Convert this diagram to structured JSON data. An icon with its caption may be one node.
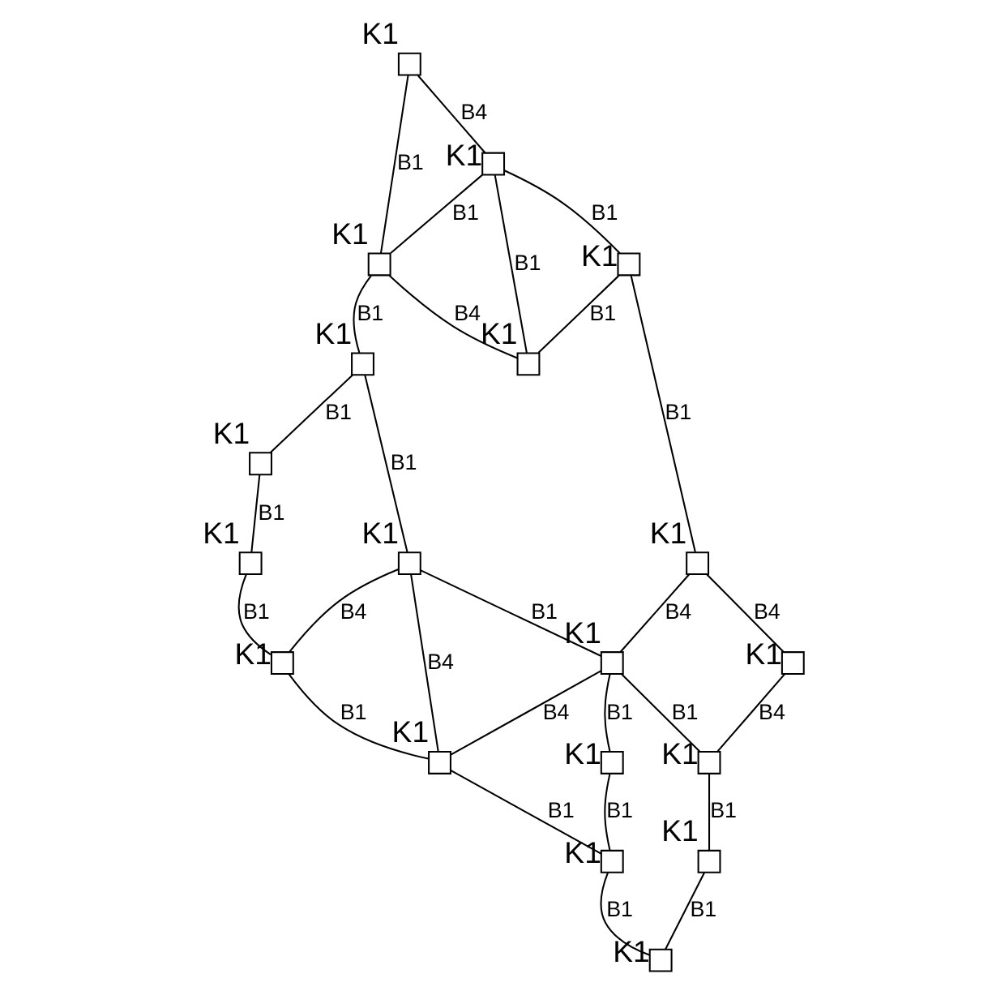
{
  "diagram": {
    "nodes": [
      {
        "text": [
          "K1"
        ]
      },
      {
        "text": [
          "K1"
        ]
      },
      {
        "text": [
          "K1"
        ]
      },
      {
        "text": [
          "K1"
        ]
      },
      {
        "text": [
          "K1"
        ]
      },
      {
        "text": [
          "K1"
        ]
      },
      {
        "text": [
          "K1"
        ]
      },
      {
        "text": [
          "K1"
        ]
      },
      {
        "text": [
          "K1"
        ]
      },
      {
        "text": [
          "K1"
        ]
      },
      {
        "text": [
          "K1"
        ]
      },
      {
        "text": [
          "K1"
        ]
      },
      {
        "text": [
          "K1"
        ]
      },
      {
        "text": [
          "K1"
        ]
      },
      {
        "text": [
          "K1"
        ]
      },
      {
        "text": [
          "K1"
        ]
      },
      {
        "text": [
          "K1"
        ]
      },
      {
        "text": [
          "K1"
        ]
      },
      {
        "text": [
          "K1"
        ]
      }
    ],
    "edges": [
      {
        "from": 0,
        "to": 1,
        "arrow": "none",
        "label": "B1"
      },
      {
        "from": 1,
        "to": 2,
        "arrow": "none",
        "label": "B1"
      },
      {
        "from": 2,
        "to": 3,
        "arrow": "none",
        "label": "B1"
      },
      {
        "from": 3,
        "to": 4,
        "arrow": "none",
        "label": "B1"
      },
      {
        "from": 0,
        "to": 7,
        "arrow": "none",
        "label": "B4"
      },
      {
        "from": 1,
        "to": 9,
        "arrow": "none",
        "label": "B4"
      },
      {
        "from": 7,
        "to": 1,
        "arrow": "none",
        "label": "B1"
      },
      {
        "from": 7,
        "to": 9,
        "arrow": "none",
        "label": "B1"
      },
      {
        "from": 2,
        "to": 5,
        "arrow": "none",
        "label": "B1"
      },
      {
        "from": 4,
        "to": 6,
        "arrow": "none",
        "label": "B1"
      },
      {
        "from": 5,
        "to": 6,
        "arrow": "none",
        "label": "B4"
      },
      {
        "from": 6,
        "to": 8,
        "arrow": "none",
        "label": "B1"
      },
      {
        "from": 5,
        "to": 12,
        "arrow": "none",
        "label": "B1"
      },
      {
        "from": 5,
        "to": 8,
        "arrow": "none",
        "label": "B4"
      },
      {
        "from": 12,
        "to": 8,
        "arrow": "none",
        "label": "B4"
      },
      {
        "from": 7,
        "to": 10,
        "arrow": "none",
        "label": "B1"
      },
      {
        "from": 10,
        "to": 9,
        "arrow": "none",
        "label": "B1"
      },
      {
        "from": 10,
        "to": 11,
        "arrow": "none",
        "label": "B1"
      },
      {
        "from": 8,
        "to": 14,
        "arrow": "none",
        "label": "B1"
      },
      {
        "from": 11,
        "to": 12,
        "arrow": "none",
        "label": "B4"
      },
      {
        "from": 12,
        "to": 13,
        "arrow": "none",
        "label": "B1"
      },
      {
        "from": 13,
        "to": 14,
        "arrow": "none",
        "label": "B1"
      },
      {
        "from": 11,
        "to": 17,
        "arrow": "none",
        "label": "B4"
      },
      {
        "from": 12,
        "to": 18,
        "arrow": "none",
        "label": "B1"
      },
      {
        "from": 14,
        "to": 16,
        "arrow": "none",
        "label": "B1"
      },
      {
        "from": 18,
        "to": 15,
        "arrow": "none",
        "label": "B1"
      },
      {
        "from": 15,
        "to": 16,
        "arrow": "none",
        "label": "B1"
      },
      {
        "from": 17,
        "to": 18,
        "arrow": "none",
        "label": "B4"
      }
    ]
  }
}
